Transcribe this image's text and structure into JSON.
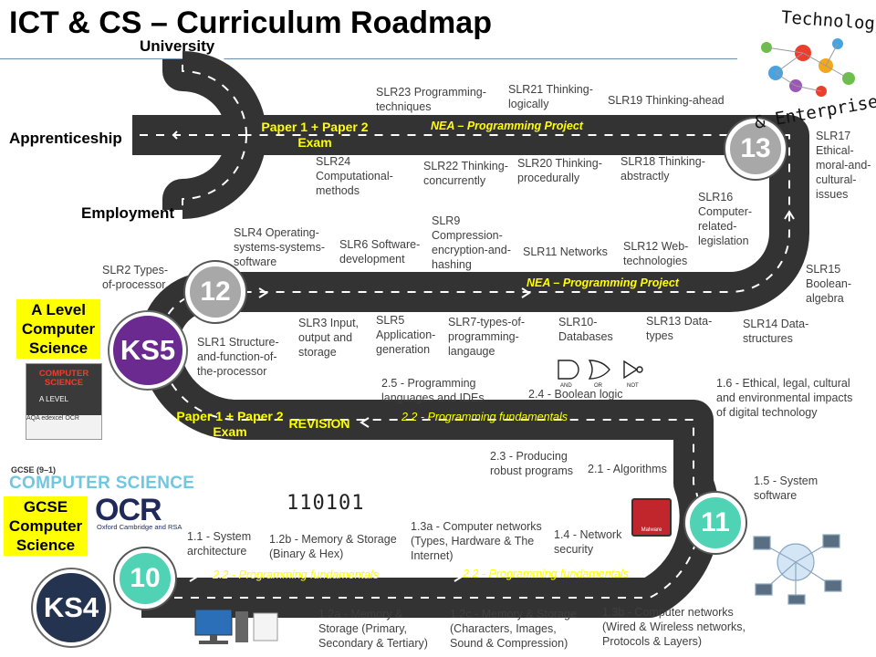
{
  "title": "ICT & CS – Curriculum Roadmap",
  "destinations": {
    "university": "University",
    "apprenticeship": "Apprenticeship",
    "employment": "Employment"
  },
  "badges": {
    "y13": "13",
    "y12": "12",
    "y11": "11",
    "y10": "10",
    "ks5": "KS5",
    "ks4": "KS4"
  },
  "qualifications": {
    "a_level": "A Level Computer Science",
    "gcse": "GCSE Computer Science"
  },
  "road_text": {
    "exam_top": "Paper 1 + Paper 2 Exam",
    "nea_top": "NEA – Programming Project",
    "nea_mid": "NEA – Programming Project",
    "exam_mid": "Paper 1 + Paper 2 Exam",
    "revision": "REVISION",
    "prog_fund_1": "2.2 - Programming fundamentals",
    "prog_fund_2": "2.2 - Programming fundamentals",
    "prog_fund_3": "2.2 - Programming fundamentals"
  },
  "topics_y13": {
    "slr23": "SLR23 Programming-techniques",
    "slr21": "SLR21 Thinking-logically",
    "slr19": "SLR19 Thinking-ahead",
    "slr24": "SLR24 Computational-methods",
    "slr22": "SLR22 Thinking-concurrently",
    "slr20": "SLR20 Thinking-procedurally",
    "slr18": "SLR18 Thinking-abstractly",
    "slr17": "SLR17 Ethical-moral-and-cultural-issues",
    "slr16": "SLR16 Computer-related-legislation",
    "slr15": "SLR15 Boolean-algebra"
  },
  "topics_y12": {
    "slr2": "SLR2 Types-of-processor",
    "slr4": "SLR4 Operating-systems-systems-software",
    "slr6": "SLR6 Software-development",
    "slr9": "SLR9 Compression-encryption-and-hashing",
    "slr11": "SLR11 Networks",
    "slr12": "SLR12 Web-technologies",
    "slr1": "SLR1 Structure-and-function-of-the-processor",
    "slr3": "SLR3 Input, output and storage",
    "slr5": "SLR5 Application-generation",
    "slr7": "SLR7-types-of-programming-langauge",
    "slr10": "SLR10-Databases",
    "slr13": "SLR13 Data-types",
    "slr14": "SLR14 Data-structures"
  },
  "topics_y11": {
    "t2_5": "2.5 - Programming languages and IDEs",
    "t2_4": "2.4 - Boolean logic",
    "t1_6": "1.6 - Ethical, legal, cultural and environmental impacts of digital technology",
    "t2_3": "2.3 - Producing robust programs",
    "t2_1": "2.1 - Algorithms",
    "t1_5": "1.5 - System software"
  },
  "topics_y10": {
    "t1_1": "1.1 - System architecture",
    "t1_2b": "1.2b - Memory & Storage (Binary & Hex)",
    "t1_3a": "1.3a - Computer networks (Types, Hardware & The Internet)",
    "t1_4": "1.4 - Network security",
    "t1_2a": "1.2a - Memory & Storage (Primary, Secondary & Tertiary)",
    "t1_2c": "1.2c - Memory & Storage (Characters, Images, Sound & Compression)",
    "t1_3b": "1.3b - Computer networks (Wired & Wireless networks, Protocols & Layers)"
  },
  "logos": {
    "aqa_book_title": "COMPUTER SCIENCE",
    "aqa_book_level": "A LEVEL",
    "aqa_book_boards": "AQA  edexcel  OCR",
    "gcse_small": "GCSE (9–1)",
    "gcse_cs": "COMPUTER SCIENCE",
    "ocr": "OCR",
    "ocr_sub": "Oxford Cambridge and RSA",
    "binary": "110101",
    "tech_word1": "Technology",
    "tech_word2": "& Enterprise",
    "malware": "Malware",
    "gate_and": "AND",
    "gate_or": "OR",
    "gate_not": "NOT"
  },
  "colors": {
    "road": "#333333",
    "road_edge": "#ffffff",
    "dash": "#ffffff",
    "road_text": "#ffff00",
    "y13": "#a8a8a8",
    "y12": "#a8a8a8",
    "y11": "#4fd3b4",
    "y10": "#4fd3b4",
    "ks5": "#6b2a8f",
    "ks4": "#24334f",
    "highlight": "#ffff00"
  }
}
